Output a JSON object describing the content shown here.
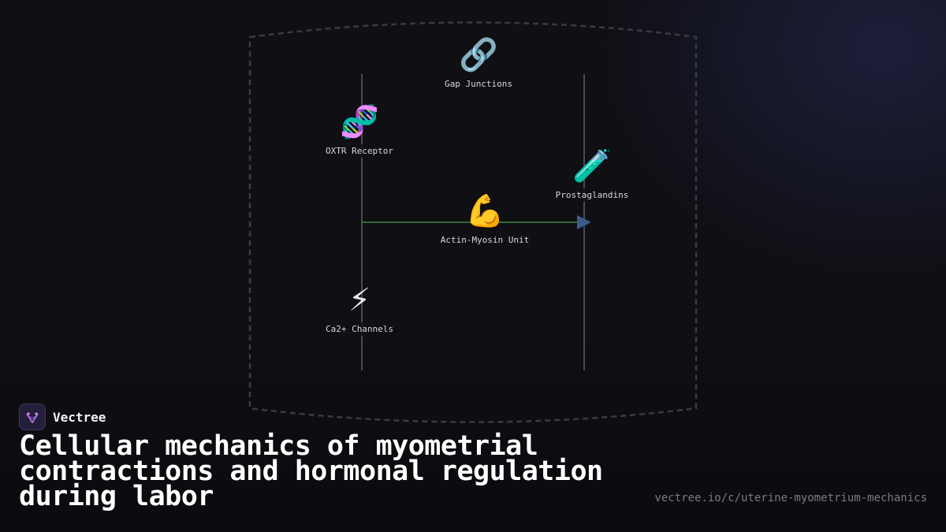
{
  "brand": {
    "name": "Vectree",
    "logo_icon": "vectree-logo-icon"
  },
  "title": "Cellular mechanics of myometrial contractions and hormonal regulation during labor",
  "url": "vectree.io/c/uterine-myometrium-mechanics",
  "colors": {
    "background": "#0f0f14",
    "boundary": "#3a3a42",
    "axis": "#4a4a52",
    "flow_line": "#2f6a3a",
    "arrow": "#3d5a8c",
    "logo_accent": "#b070e0"
  },
  "diagram": {
    "nodes": [
      {
        "id": "gap-junctions",
        "icon": "link-icon",
        "emoji": "🔗",
        "label": "Gap Junctions"
      },
      {
        "id": "oxtr-receptor",
        "icon": "dna-icon",
        "emoji": "🧬",
        "label": "OXTR Receptor"
      },
      {
        "id": "prostaglandins",
        "icon": "test-tube-icon",
        "emoji": "🧪",
        "label": "Prostaglandins"
      },
      {
        "id": "actin-myosin-unit",
        "icon": "flexed-biceps-icon",
        "emoji": "💪",
        "label": "Actin-Myosin Unit"
      },
      {
        "id": "ca2-channels",
        "icon": "lightning-icon",
        "emoji": "⚡",
        "label": "Ca2+ Channels"
      }
    ]
  }
}
